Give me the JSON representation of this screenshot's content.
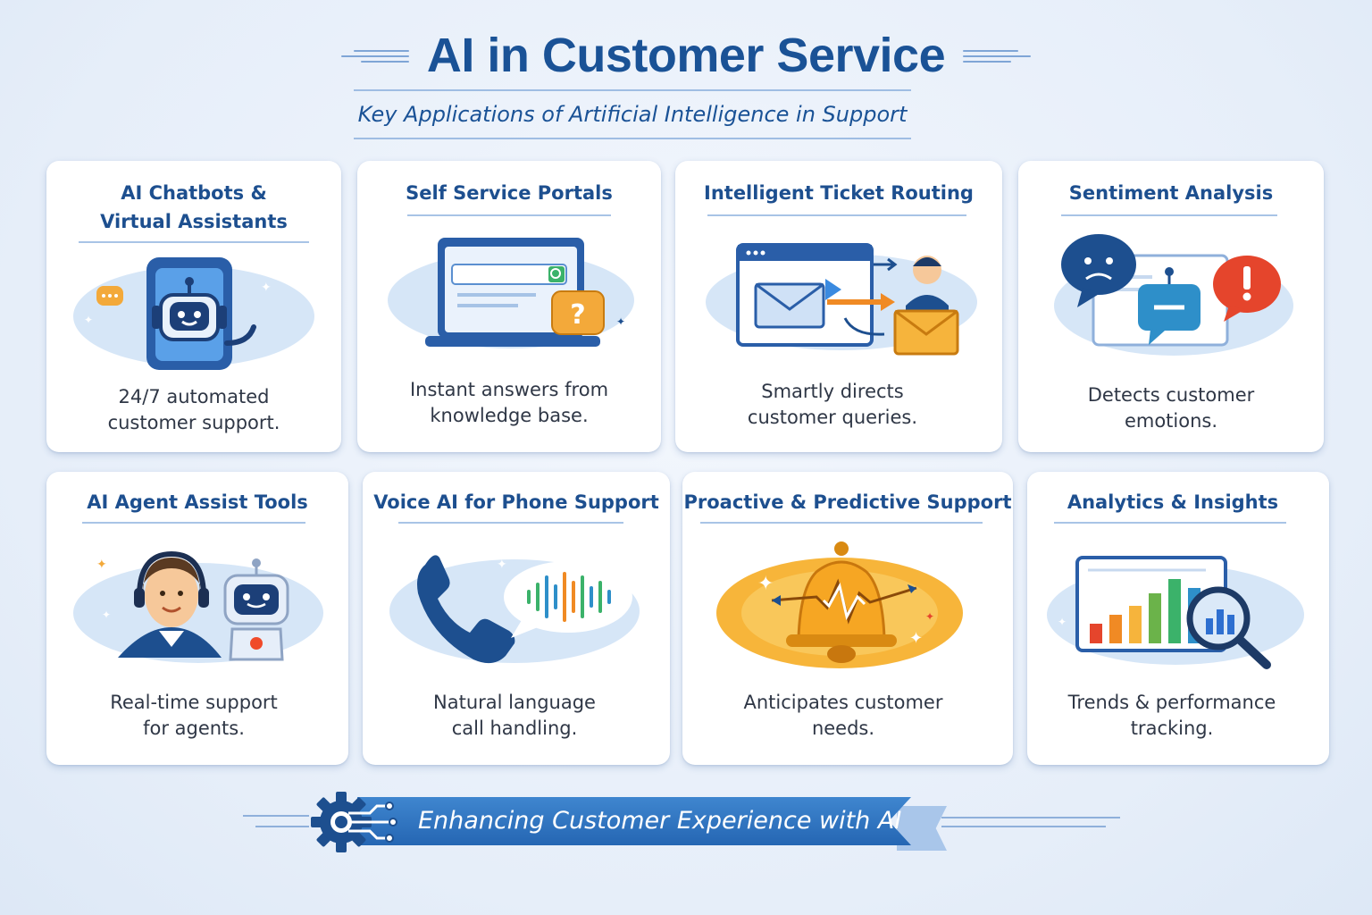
{
  "header": {
    "title": "AI in Customer Service",
    "subtitle": "Key Applications of Artificial Intelligence in Support"
  },
  "cards": [
    {
      "title": "AI Chatbots &\nVirtual Assistants",
      "description": "24/7 automated\ncustomer support.",
      "icon": "chatbot-robot-phone-icon"
    },
    {
      "title": "Self Service Portals",
      "description": "Instant answers from\nknowledge base.",
      "icon": "laptop-search-question-icon"
    },
    {
      "title": "Intelligent Ticket Routing",
      "description": "Smartly directs\ncustomer queries.",
      "icon": "email-routing-agent-icon"
    },
    {
      "title": "Sentiment Analysis",
      "description": "Detects customer\nemotions.",
      "icon": "emotion-speech-bubbles-icon"
    },
    {
      "title": "AI Agent Assist Tools",
      "description": "Real-time support\nfor agents.",
      "icon": "agent-with-robot-icon"
    },
    {
      "title": "Voice AI for Phone Support",
      "description": "Natural language\ncall handling.",
      "icon": "phone-soundwave-icon"
    },
    {
      "title": "Proactive & Predictive Support",
      "description": "Anticipates customer\nneeds.",
      "icon": "bell-pulse-icon"
    },
    {
      "title": "Analytics & Insights",
      "description": "Trends & performance\ntracking.",
      "icon": "bar-chart-magnifier-icon"
    }
  ],
  "footer": {
    "banner": "Enhancing Customer Experience with AI",
    "icon": "gear-circuit-icon"
  },
  "colors": {
    "primary": "#1a5296",
    "accent_orange": "#f39a1e",
    "accent_red": "#e54a2e",
    "banner": "#2f75c2"
  }
}
